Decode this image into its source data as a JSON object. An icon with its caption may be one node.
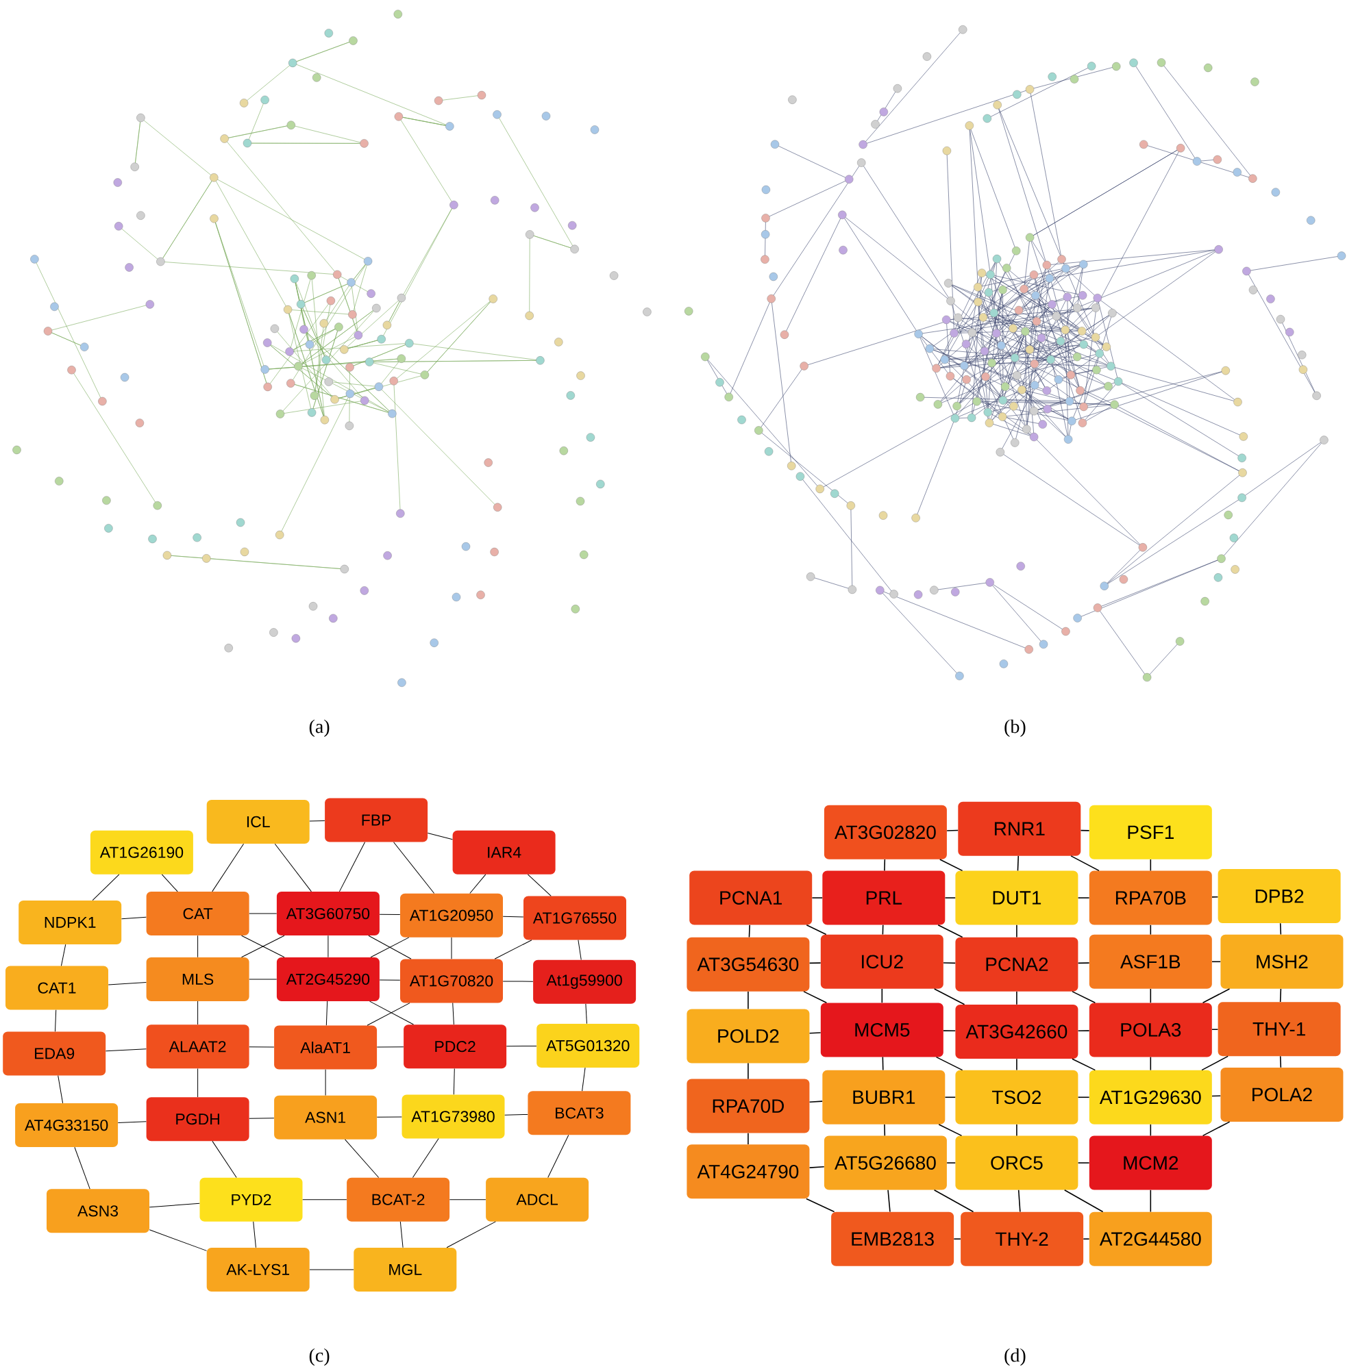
{
  "diagram": {
    "nodes": [
      {
        "text": [
          "ICL"
        ]
      },
      {
        "text": [
          "FBP"
        ]
      },
      {
        "text": [
          "AT1G26190"
        ]
      },
      {
        "text": [
          "IAR4"
        ]
      },
      {
        "text": [
          "NDPK1"
        ]
      },
      {
        "text": [
          "CAT"
        ]
      },
      {
        "text": [
          "AT3G60750"
        ]
      },
      {
        "text": [
          "AT1G20950"
        ]
      },
      {
        "text": [
          "AT1G76550"
        ]
      },
      {
        "text": [
          "CAT1"
        ]
      },
      {
        "text": [
          "MLS"
        ]
      },
      {
        "text": [
          "AT2G45290"
        ]
      },
      {
        "text": [
          "AT1G70820"
        ]
      },
      {
        "text": [
          "At1g59900"
        ]
      },
      {
        "text": [
          "EDA9"
        ]
      },
      {
        "text": [
          "ALAAT2"
        ]
      },
      {
        "text": [
          "AlaAT1"
        ]
      },
      {
        "text": [
          "PDC2"
        ]
      },
      {
        "text": [
          "AT5G01320"
        ]
      },
      {
        "text": [
          "AT4G33150"
        ]
      },
      {
        "text": [
          "PGDH"
        ]
      },
      {
        "text": [
          "ASN1"
        ]
      },
      {
        "text": [
          "AT1G73980"
        ]
      },
      {
        "text": [
          "BCAT3"
        ]
      },
      {
        "text": [
          "ASN3"
        ]
      },
      {
        "text": [
          "PYD2"
        ]
      },
      {
        "text": [
          "BCAT-2"
        ]
      },
      {
        "text": [
          "ADCL"
        ]
      },
      {
        "text": [
          "AK-LYS1"
        ]
      },
      {
        "text": [
          "MGL"
        ]
      },
      {
        "text": [
          "AT3G02820"
        ]
      },
      {
        "text": [
          "RNR1"
        ]
      },
      {
        "text": [
          "PSF1"
        ]
      },
      {
        "text": [
          "PCNA1"
        ]
      },
      {
        "text": [
          "PRL"
        ]
      },
      {
        "text": [
          "DUT1"
        ]
      },
      {
        "text": [
          "RPA70B"
        ]
      },
      {
        "text": [
          "DPB2"
        ]
      },
      {
        "text": [
          "AT3G54630"
        ]
      },
      {
        "text": [
          "ICU2"
        ]
      },
      {
        "text": [
          "PCNA2"
        ]
      },
      {
        "text": [
          "ASF1B"
        ]
      },
      {
        "text": [
          "MSH2"
        ]
      },
      {
        "text": [
          "POLD2"
        ]
      },
      {
        "text": [
          "MCM5"
        ]
      },
      {
        "text": [
          "AT3G42660"
        ]
      },
      {
        "text": [
          "POLA3"
        ]
      },
      {
        "text": [
          "THY-1"
        ]
      },
      {
        "text": [
          "RPA70D"
        ]
      },
      {
        "text": [
          "BUBR1"
        ]
      },
      {
        "text": [
          "TSO2"
        ]
      },
      {
        "text": [
          "AT1G29630"
        ]
      },
      {
        "text": [
          "POLA2"
        ]
      },
      {
        "text": [
          "AT4G24790"
        ]
      },
      {
        "text": [
          "AT5G26680"
        ]
      },
      {
        "text": [
          "ORC5"
        ]
      },
      {
        "text": [
          "MCM2"
        ]
      },
      {
        "text": [
          "EMB2813"
        ]
      },
      {
        "text": [
          "THY-2"
        ]
      },
      {
        "text": [
          "AT2G44580"
        ]
      }
    ],
    "edges": [
      {
        "from": 0,
        "to": 1,
        "arrow": "none"
      },
      {
        "from": 0,
        "to": 5,
        "arrow": "none"
      },
      {
        "from": 0,
        "to": 6,
        "arrow": "none"
      },
      {
        "from": 1,
        "to": 3,
        "arrow": "none"
      },
      {
        "from": 1,
        "to": 6,
        "arrow": "none"
      },
      {
        "from": 1,
        "to": 7,
        "arrow": "none"
      },
      {
        "from": 2,
        "to": 5,
        "arrow": "none"
      },
      {
        "from": 2,
        "to": 4,
        "arrow": "none"
      },
      {
        "from": 3,
        "to": 7,
        "arrow": "none"
      },
      {
        "from": 3,
        "to": 8,
        "arrow": "none"
      },
      {
        "from": 4,
        "to": 5,
        "arrow": "none"
      },
      {
        "from": 4,
        "to": 9,
        "arrow": "none"
      },
      {
        "from": 5,
        "to": 6,
        "arrow": "none"
      },
      {
        "from": 5,
        "to": 10,
        "arrow": "none"
      },
      {
        "from": 5,
        "to": 11,
        "arrow": "none"
      },
      {
        "from": 6,
        "to": 7,
        "arrow": "none"
      },
      {
        "from": 6,
        "to": 11,
        "arrow": "none"
      },
      {
        "from": 6,
        "to": 10,
        "arrow": "none"
      },
      {
        "from": 7,
        "to": 8,
        "arrow": "none"
      },
      {
        "from": 7,
        "to": 12,
        "arrow": "none"
      },
      {
        "from": 7,
        "to": 11,
        "arrow": "none"
      },
      {
        "from": 8,
        "to": 13,
        "arrow": "none"
      },
      {
        "from": 8,
        "to": 12,
        "arrow": "none"
      },
      {
        "from": 9,
        "to": 10,
        "arrow": "none"
      },
      {
        "from": 9,
        "to": 14,
        "arrow": "none"
      },
      {
        "from": 10,
        "to": 11,
        "arrow": "none"
      },
      {
        "from": 10,
        "to": 15,
        "arrow": "none"
      },
      {
        "from": 11,
        "to": 12,
        "arrow": "none"
      },
      {
        "from": 11,
        "to": 16,
        "arrow": "none"
      },
      {
        "from": 11,
        "to": 17,
        "arrow": "none"
      },
      {
        "from": 12,
        "to": 13,
        "arrow": "none"
      },
      {
        "from": 12,
        "to": 17,
        "arrow": "none"
      },
      {
        "from": 13,
        "to": 18,
        "arrow": "none"
      },
      {
        "from": 14,
        "to": 15,
        "arrow": "none"
      },
      {
        "from": 14,
        "to": 19,
        "arrow": "none"
      },
      {
        "from": 15,
        "to": 16,
        "arrow": "none"
      },
      {
        "from": 15,
        "to": 20,
        "arrow": "none"
      },
      {
        "from": 16,
        "to": 17,
        "arrow": "none"
      },
      {
        "from": 16,
        "to": 21,
        "arrow": "none"
      },
      {
        "from": 17,
        "to": 18,
        "arrow": "none"
      },
      {
        "from": 17,
        "to": 22,
        "arrow": "none"
      },
      {
        "from": 18,
        "to": 23,
        "arrow": "none"
      },
      {
        "from": 19,
        "to": 20,
        "arrow": "none"
      },
      {
        "from": 19,
        "to": 24,
        "arrow": "none"
      },
      {
        "from": 20,
        "to": 21,
        "arrow": "none"
      },
      {
        "from": 20,
        "to": 25,
        "arrow": "none"
      },
      {
        "from": 21,
        "to": 22,
        "arrow": "none"
      },
      {
        "from": 21,
        "to": 26,
        "arrow": "none"
      },
      {
        "from": 22,
        "to": 23,
        "arrow": "none"
      },
      {
        "from": 22,
        "to": 26,
        "arrow": "none"
      },
      {
        "from": 23,
        "to": 27,
        "arrow": "none"
      },
      {
        "from": 24,
        "to": 25,
        "arrow": "none"
      },
      {
        "from": 24,
        "to": 28,
        "arrow": "none"
      },
      {
        "from": 25,
        "to": 26,
        "arrow": "none"
      },
      {
        "from": 25,
        "to": 28,
        "arrow": "none"
      },
      {
        "from": 26,
        "to": 27,
        "arrow": "none"
      },
      {
        "from": 26,
        "to": 29,
        "arrow": "none"
      },
      {
        "from": 27,
        "to": 29,
        "arrow": "none"
      },
      {
        "from": 28,
        "to": 29,
        "arrow": "none"
      },
      {
        "from": 6,
        "to": 12,
        "arrow": "none"
      },
      {
        "from": 12,
        "to": 16,
        "arrow": "none"
      },
      {
        "from": 30,
        "to": 31,
        "arrow": "none"
      },
      {
        "from": 31,
        "to": 32,
        "arrow": "none"
      },
      {
        "from": 33,
        "to": 34,
        "arrow": "none"
      },
      {
        "from": 34,
        "to": 35,
        "arrow": "none"
      },
      {
        "from": 35,
        "to": 36,
        "arrow": "none"
      },
      {
        "from": 36,
        "to": 37,
        "arrow": "none"
      },
      {
        "from": 38,
        "to": 39,
        "arrow": "none"
      },
      {
        "from": 39,
        "to": 40,
        "arrow": "none"
      },
      {
        "from": 40,
        "to": 41,
        "arrow": "none"
      },
      {
        "from": 41,
        "to": 42,
        "arrow": "none"
      },
      {
        "from": 43,
        "to": 44,
        "arrow": "none"
      },
      {
        "from": 44,
        "to": 45,
        "arrow": "none"
      },
      {
        "from": 45,
        "to": 46,
        "arrow": "none"
      },
      {
        "from": 46,
        "to": 47,
        "arrow": "none"
      },
      {
        "from": 48,
        "to": 49,
        "arrow": "none"
      },
      {
        "from": 49,
        "to": 50,
        "arrow": "none"
      },
      {
        "from": 50,
        "to": 51,
        "arrow": "none"
      },
      {
        "from": 51,
        "to": 52,
        "arrow": "none"
      },
      {
        "from": 53,
        "to": 54,
        "arrow": "none"
      },
      {
        "from": 54,
        "to": 55,
        "arrow": "none"
      },
      {
        "from": 55,
        "to": 56,
        "arrow": "none"
      },
      {
        "from": 57,
        "to": 58,
        "arrow": "none"
      },
      {
        "from": 58,
        "to": 59,
        "arrow": "none"
      },
      {
        "from": 30,
        "to": 34,
        "arrow": "none"
      },
      {
        "from": 31,
        "to": 35,
        "arrow": "none"
      },
      {
        "from": 32,
        "to": 36,
        "arrow": "none"
      },
      {
        "from": 33,
        "to": 38,
        "arrow": "none"
      },
      {
        "from": 34,
        "to": 39,
        "arrow": "none"
      },
      {
        "from": 35,
        "to": 40,
        "arrow": "none"
      },
      {
        "from": 36,
        "to": 41,
        "arrow": "none"
      },
      {
        "from": 37,
        "to": 42,
        "arrow": "none"
      },
      {
        "from": 38,
        "to": 43,
        "arrow": "none"
      },
      {
        "from": 39,
        "to": 44,
        "arrow": "none"
      },
      {
        "from": 40,
        "to": 45,
        "arrow": "none"
      },
      {
        "from": 41,
        "to": 46,
        "arrow": "none"
      },
      {
        "from": 42,
        "to": 47,
        "arrow": "none"
      },
      {
        "from": 43,
        "to": 48,
        "arrow": "none"
      },
      {
        "from": 44,
        "to": 49,
        "arrow": "none"
      },
      {
        "from": 45,
        "to": 50,
        "arrow": "none"
      },
      {
        "from": 46,
        "to": 51,
        "arrow": "none"
      },
      {
        "from": 47,
        "to": 52,
        "arrow": "none"
      },
      {
        "from": 48,
        "to": 53,
        "arrow": "none"
      },
      {
        "from": 49,
        "to": 54,
        "arrow": "none"
      },
      {
        "from": 50,
        "to": 55,
        "arrow": "none"
      },
      {
        "from": 51,
        "to": 56,
        "arrow": "none"
      },
      {
        "from": 54,
        "to": 57,
        "arrow": "none"
      },
      {
        "from": 55,
        "to": 58,
        "arrow": "none"
      },
      {
        "from": 56,
        "to": 59,
        "arrow": "none"
      },
      {
        "from": 34,
        "to": 40,
        "arrow": "none"
      },
      {
        "from": 39,
        "to": 45,
        "arrow": "none"
      },
      {
        "from": 40,
        "to": 46,
        "arrow": "none"
      },
      {
        "from": 44,
        "to": 50,
        "arrow": "none"
      },
      {
        "from": 45,
        "to": 51,
        "arrow": "none"
      },
      {
        "from": 49,
        "to": 55,
        "arrow": "none"
      },
      {
        "from": 30,
        "to": 35,
        "arrow": "none"
      },
      {
        "from": 31,
        "to": 36,
        "arrow": "none"
      },
      {
        "from": 33,
        "to": 39,
        "arrow": "none"
      },
      {
        "from": 38,
        "to": 44,
        "arrow": "none"
      },
      {
        "from": 42,
        "to": 46,
        "arrow": "none"
      },
      {
        "from": 47,
        "to": 51,
        "arrow": "none"
      },
      {
        "from": 52,
        "to": 56,
        "arrow": "none"
      },
      {
        "from": 53,
        "to": 57,
        "arrow": "none"
      },
      {
        "from": 54,
        "to": 58,
        "arrow": "none"
      },
      {
        "from": 55,
        "to": 59,
        "arrow": "none"
      }
    ],
    "labels": [
      "(a)",
      "(b)",
      "(c)",
      "(d)"
    ]
  }
}
